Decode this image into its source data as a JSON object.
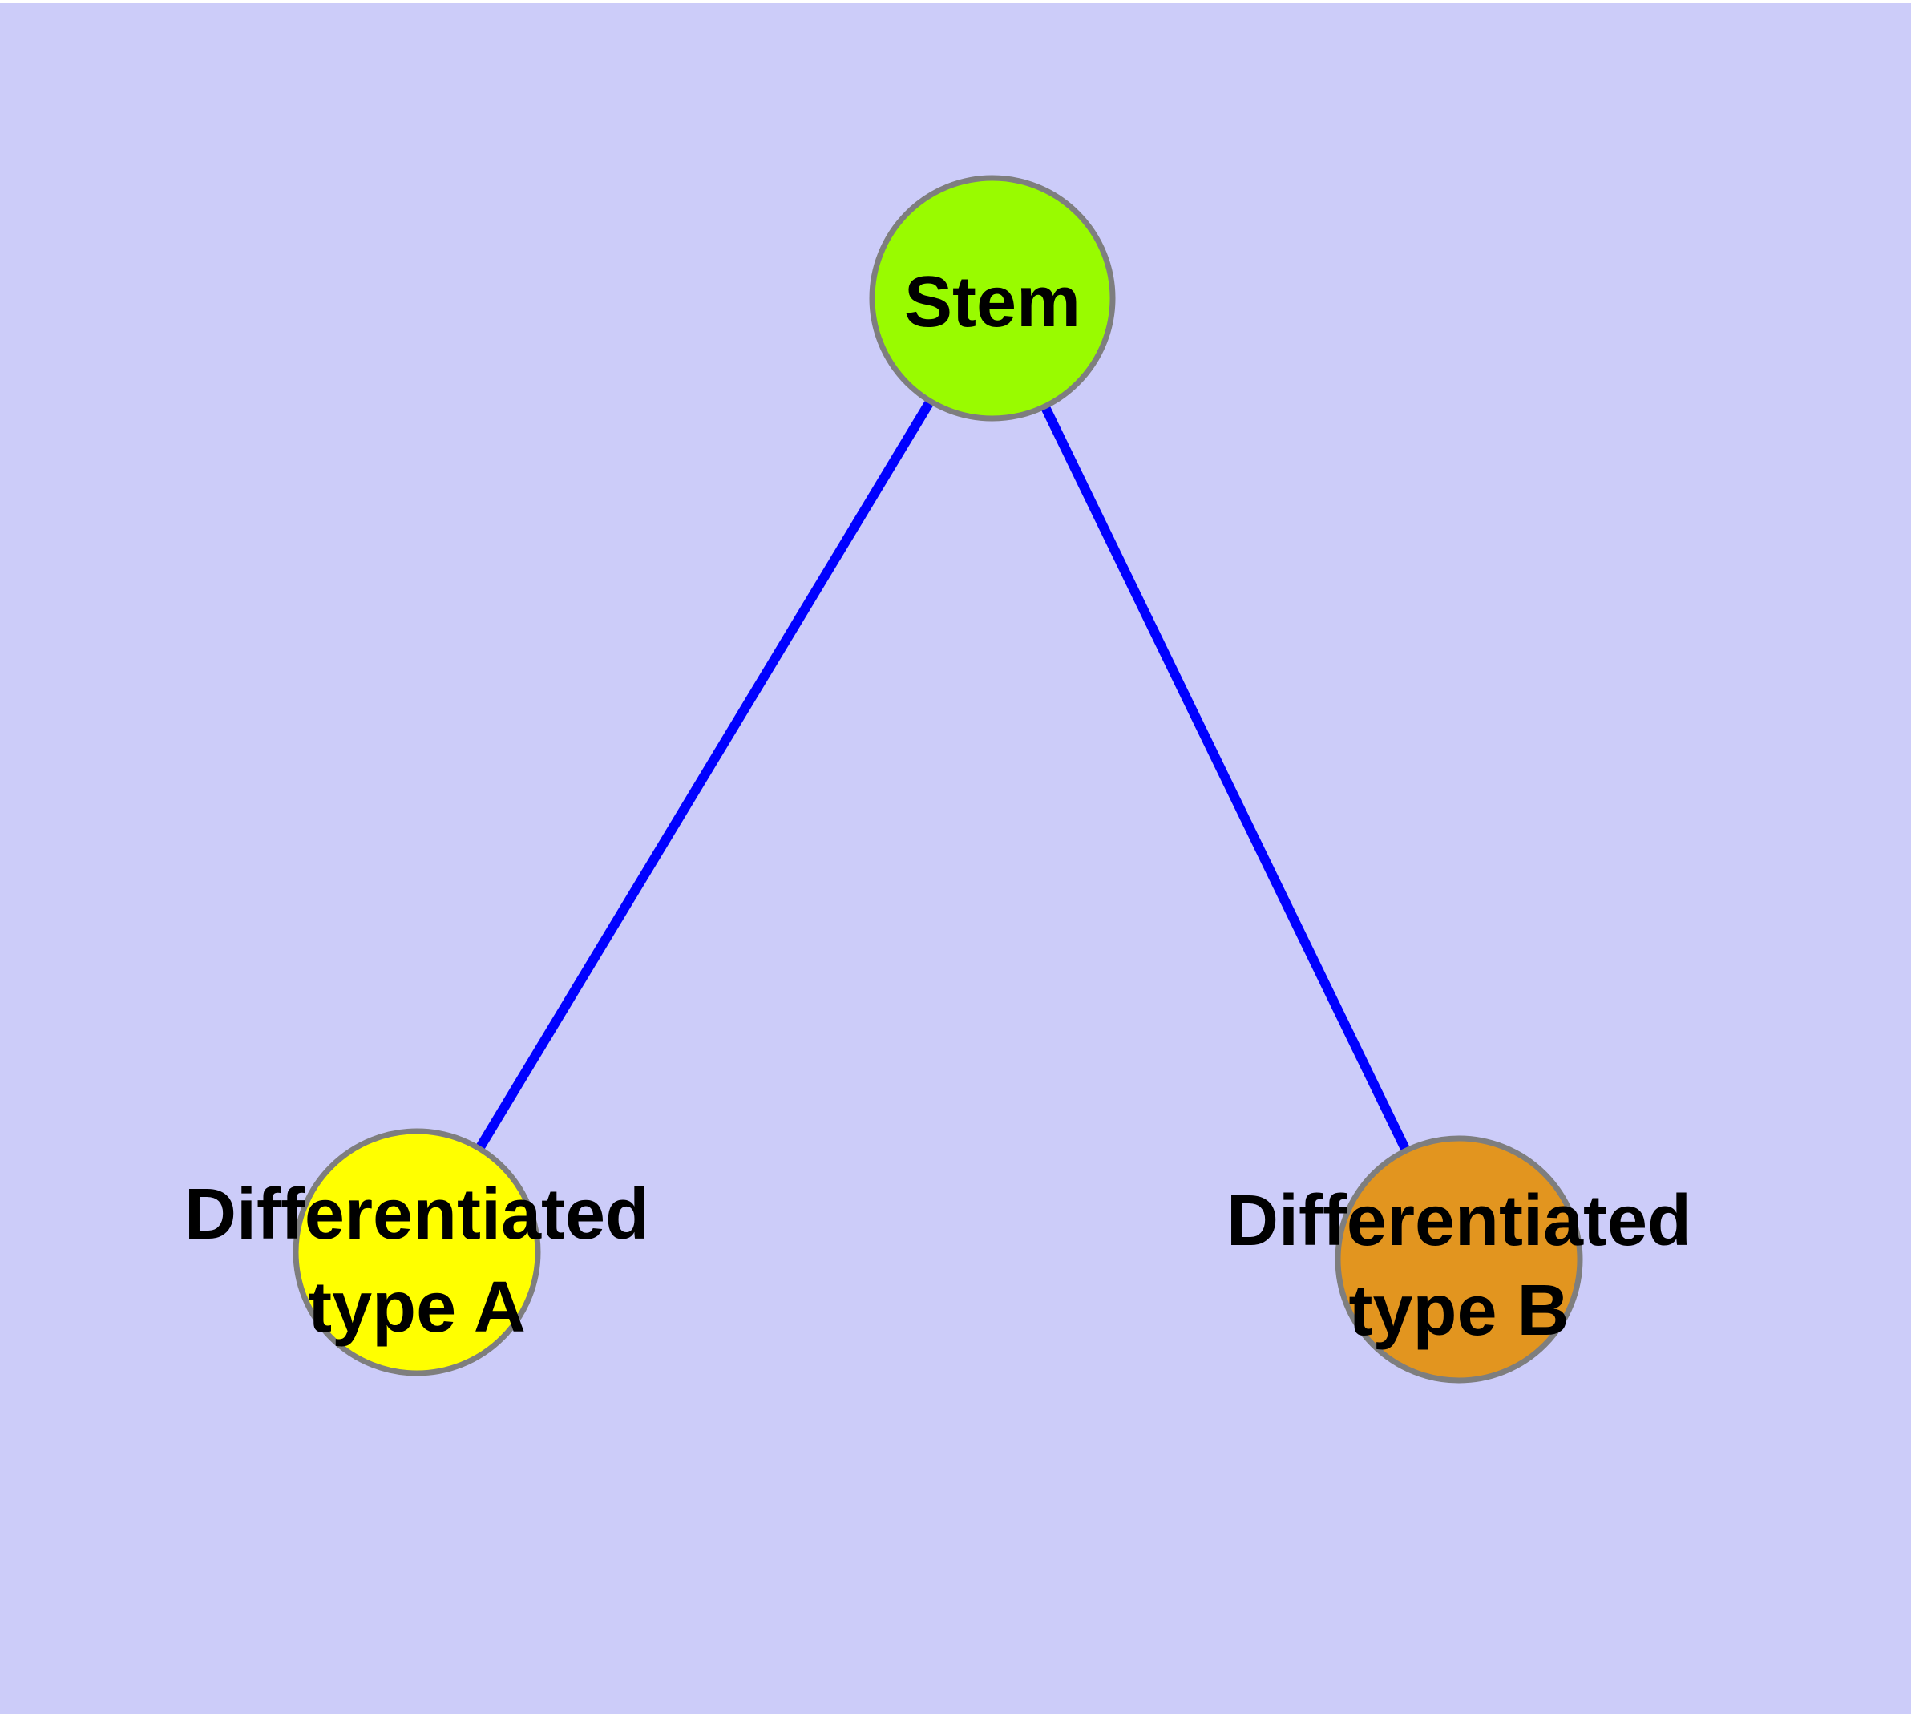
{
  "diagram": {
    "background_color": "#CCCCF9",
    "edge_color": "#0000FF",
    "node_border_color": "#7E7E7E",
    "nodes": [
      {
        "id": "stem",
        "label": "Stem",
        "fill": "#99FB00"
      },
      {
        "id": "differentiated-type-a",
        "label_line1": "Differentiated",
        "label_line2": "type A",
        "fill": "#FFFF00"
      },
      {
        "id": "differentiated-type-b",
        "label_line1": "Differentiated",
        "label_line2": "type B",
        "fill": "#E2951F"
      }
    ],
    "edges": [
      {
        "from": "Stem",
        "to": "Differentiated type A"
      },
      {
        "from": "Stem",
        "to": "Differentiated type B"
      }
    ]
  }
}
